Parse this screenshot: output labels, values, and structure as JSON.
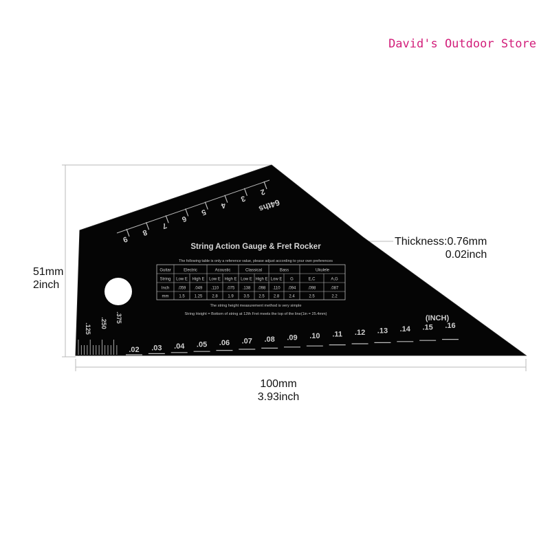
{
  "watermark": {
    "store_name": "David's Outdoor Store",
    "color": "#d21e7a"
  },
  "dimensions": {
    "height_mm": "51mm",
    "height_inch": "2inch",
    "width_mm": "100mm",
    "width_inch": "3.93inch",
    "thickness_mm": "Thickness:0.76mm",
    "thickness_inch": "0.02inch"
  },
  "gauge": {
    "title": "String Action Gauge & Fret Rocker",
    "note": "The following table is only a reference value, please adjust according to your own preferences",
    "table_header": [
      "Guitar",
      "Electric",
      "Acoustic",
      "Classical",
      "Bass",
      "Ukulele"
    ],
    "table_sub": [
      "String",
      "Low E",
      "High E",
      "Low E",
      "High E",
      "Low E",
      "High E",
      "Low E",
      "G",
      "E,C",
      "A,G"
    ],
    "table_inch": [
      "Inch",
      ".059",
      ".049",
      ".110",
      ".075",
      ".138",
      ".098",
      ".110",
      ".094",
      ".098",
      ".087"
    ],
    "table_mm": [
      "mm",
      "1.5",
      "1.25",
      "2.8",
      "1.9",
      "3.5",
      "2.5",
      "2.8",
      "2.4",
      "2.5",
      "2.2"
    ],
    "method_line": "The string height measurement method is very simple",
    "string_height_line": "String Height = Bottom of string at 12th Fret meets the top of the line(1in = 25.4mm)",
    "unit_label": "(INCH)",
    "fraction_label": "64ths",
    "fraction_marks": [
      "2",
      "3",
      "4",
      "5",
      "6",
      "7",
      "8",
      "9"
    ],
    "small_ticks": [
      ".125",
      ".250",
      ".375"
    ],
    "step_labels": [
      ".02",
      ".03",
      ".04",
      ".05",
      ".06",
      ".07",
      ".08",
      ".09",
      ".10",
      ".11",
      ".12",
      ".13",
      ".14",
      ".15",
      ".16"
    ],
    "plate_color": "#050505",
    "engrave_color": "#cfcfcf"
  }
}
